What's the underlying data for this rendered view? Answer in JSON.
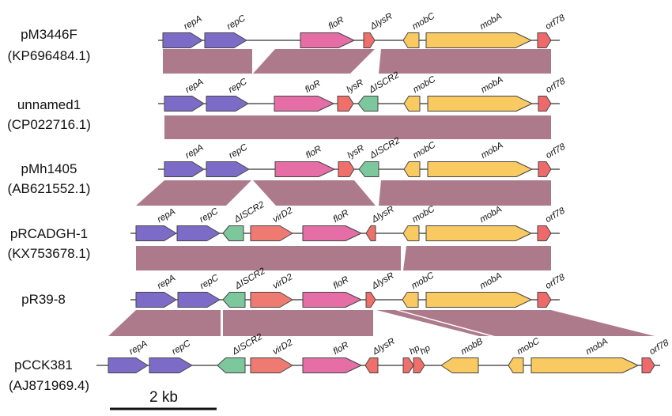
{
  "colors": {
    "rep": "#7c6cc8",
    "floR": "#e66ea6",
    "lysR": "#ef6f6a",
    "iscr": "#7dc79d",
    "virD2": "#ef7a72",
    "mob": "#f8ca61",
    "orf": "#ee6a6a",
    "homology": "#a66f82",
    "scalebar": "#111111"
  },
  "plasmids": [
    {
      "name": "pM3446F",
      "accession": "(KP696484.1)",
      "genes": [
        {
          "label": "repA",
          "type": "rep",
          "dir": "right"
        },
        {
          "label": "repC",
          "type": "rep",
          "dir": "right"
        },
        {
          "label": "floR",
          "type": "floR",
          "dir": "right"
        },
        {
          "label": "ΔlysR",
          "type": "lysR",
          "dir": "right"
        },
        {
          "label": "mobC",
          "type": "mob",
          "dir": "left"
        },
        {
          "label": "mobA",
          "type": "mob",
          "dir": "right"
        },
        {
          "label": "orf78",
          "type": "orf",
          "dir": "right"
        }
      ]
    },
    {
      "name": "unnamed1",
      "accession": "(CP022716.1)",
      "genes": [
        {
          "label": "repA",
          "type": "rep",
          "dir": "right"
        },
        {
          "label": "repC",
          "type": "rep",
          "dir": "right"
        },
        {
          "label": "floR",
          "type": "floR",
          "dir": "right"
        },
        {
          "label": "lysR",
          "type": "lysR",
          "dir": "right"
        },
        {
          "label": "ΔISCR2",
          "type": "iscr",
          "dir": "left"
        },
        {
          "label": "mobC",
          "type": "mob",
          "dir": "left"
        },
        {
          "label": "mobA",
          "type": "mob",
          "dir": "right"
        },
        {
          "label": "orf78",
          "type": "orf",
          "dir": "right"
        }
      ]
    },
    {
      "name": "pMh1405",
      "accession": "(AB621552.1)",
      "genes": [
        {
          "label": "repA",
          "type": "rep",
          "dir": "right"
        },
        {
          "label": "repC",
          "type": "rep",
          "dir": "right"
        },
        {
          "label": "floR",
          "type": "floR",
          "dir": "right"
        },
        {
          "label": "lysR",
          "type": "lysR",
          "dir": "right"
        },
        {
          "label": "ΔISCR2",
          "type": "iscr",
          "dir": "left"
        },
        {
          "label": "mobC",
          "type": "mob",
          "dir": "left"
        },
        {
          "label": "mobA",
          "type": "mob",
          "dir": "right"
        },
        {
          "label": "orf78",
          "type": "orf",
          "dir": "right"
        }
      ]
    },
    {
      "name": "pRCADGH-1",
      "accession": "(KX753678.1)",
      "genes": [
        {
          "label": "repA",
          "type": "rep",
          "dir": "right"
        },
        {
          "label": "repC",
          "type": "rep",
          "dir": "right"
        },
        {
          "label": "ΔISCR2",
          "type": "iscr",
          "dir": "left"
        },
        {
          "label": "virD2",
          "type": "virD2",
          "dir": "right"
        },
        {
          "label": "floR",
          "type": "floR",
          "dir": "right"
        },
        {
          "label": "ΔlysR",
          "type": "lysR",
          "dir": "left"
        },
        {
          "label": "mobC",
          "type": "mob",
          "dir": "left"
        },
        {
          "label": "mobA",
          "type": "mob",
          "dir": "right"
        },
        {
          "label": "orf78",
          "type": "orf",
          "dir": "right"
        }
      ]
    },
    {
      "name": "pR39-8",
      "accession": "",
      "genes": [
        {
          "label": "repA",
          "type": "rep",
          "dir": "right"
        },
        {
          "label": "repC",
          "type": "rep",
          "dir": "right"
        },
        {
          "label": "ΔISCR2",
          "type": "iscr",
          "dir": "left"
        },
        {
          "label": "virD2",
          "type": "virD2",
          "dir": "right"
        },
        {
          "label": "floR",
          "type": "floR",
          "dir": "right"
        },
        {
          "label": "ΔlysR",
          "type": "lysR",
          "dir": "right"
        },
        {
          "label": "mobC",
          "type": "mob",
          "dir": "left"
        },
        {
          "label": "mobA",
          "type": "mob",
          "dir": "right"
        },
        {
          "label": "orf78",
          "type": "orf",
          "dir": "right"
        }
      ]
    },
    {
      "name": "pCCK381",
      "accession": "(AJ871969.4)",
      "genes": [
        {
          "label": "repA",
          "type": "rep",
          "dir": "right"
        },
        {
          "label": "repC",
          "type": "rep",
          "dir": "right"
        },
        {
          "label": "ΔISCR2",
          "type": "iscr",
          "dir": "left"
        },
        {
          "label": "virD2",
          "type": "virD2",
          "dir": "right"
        },
        {
          "label": "floR",
          "type": "floR",
          "dir": "right"
        },
        {
          "label": "ΔlysR",
          "type": "lysR",
          "dir": "left"
        },
        {
          "label": "hp",
          "type": "lysR",
          "dir": "right"
        },
        {
          "label": "hp",
          "type": "lysR",
          "dir": "right"
        },
        {
          "label": "mobB",
          "type": "mob",
          "dir": "left"
        },
        {
          "label": "mobC",
          "type": "mob",
          "dir": "left"
        },
        {
          "label": "mobA",
          "type": "mob",
          "dir": "right"
        },
        {
          "label": "orf78",
          "type": "orf",
          "dir": "right"
        }
      ]
    }
  ],
  "scale_bar": {
    "label": "2 kb"
  }
}
